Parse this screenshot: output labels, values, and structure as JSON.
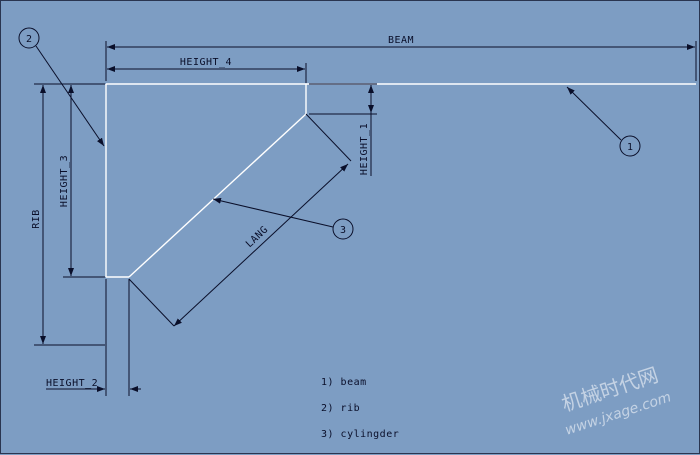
{
  "dimensions": {
    "beam": "BEAM",
    "height_4": "HEIGHT_4",
    "height_1": "HEIGHT_1",
    "height_3": "HEIGHT_3",
    "rib": "RIB",
    "lang": "LANG",
    "height_2": "HEIGHT_2"
  },
  "callouts": {
    "c1": "1",
    "c2": "2",
    "c3": "3"
  },
  "legend": [
    "1) beam",
    "2) rib",
    "3) cylingder"
  ],
  "watermark": {
    "cn": "机械时代网",
    "url": "www.jxage.com"
  },
  "colors": {
    "background": "#7d9dc3",
    "geometry": "#ffffff",
    "dimension": "#0a0f2a"
  }
}
